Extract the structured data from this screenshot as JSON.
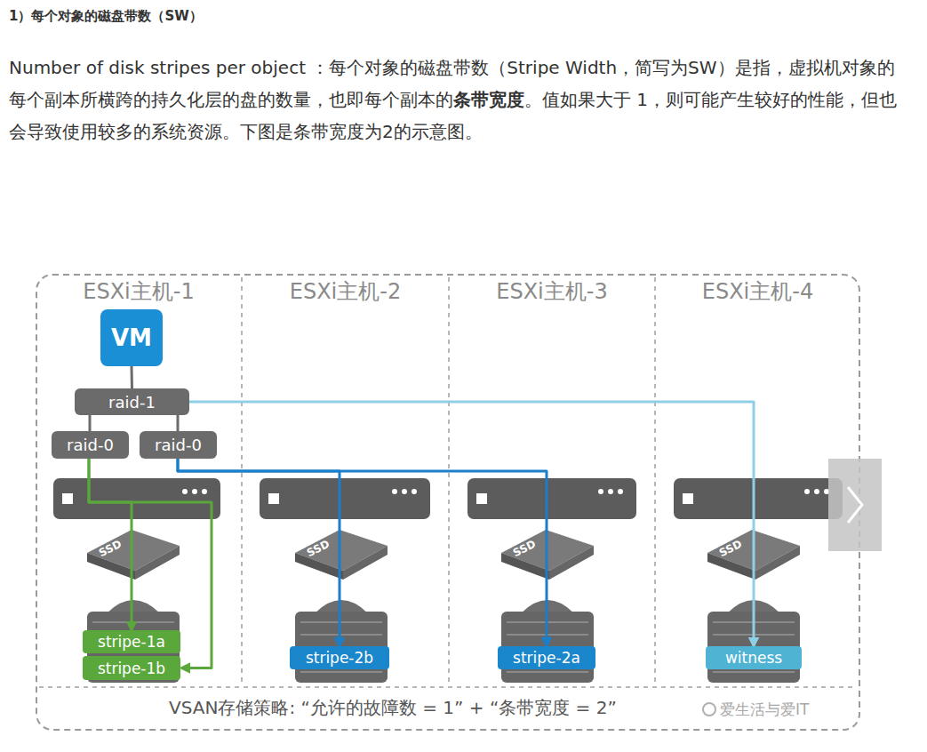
{
  "diagram": {
    "title": "1）每个对象的磁盘带数（SW）",
    "caption": "VSAN存储策略: “允许的故障数 = 1” + “条带宽度 = 2”",
    "nodes": [
      {
        "text": [
          "ESXi主机-1"
        ]
      },
      {
        "text": [
          "ESXi主机-2"
        ]
      },
      {
        "text": [
          "ESXi主机-3"
        ]
      },
      {
        "text": [
          "ESXi主机-4"
        ]
      },
      {
        "text": [
          "VM"
        ],
        "in": 0
      },
      {
        "text": [
          "raid-1"
        ],
        "in": 0
      },
      {
        "text": [
          "raid-0"
        ],
        "in": 0
      },
      {
        "text": [
          "raid-0"
        ],
        "in": 0
      },
      {
        "text": [
          "stripe-1a"
        ],
        "in": 0
      },
      {
        "text": [
          "stripe-1b"
        ],
        "in": 0
      },
      {
        "text": [
          "stripe-2b"
        ],
        "in": 1
      },
      {
        "text": [
          "stripe-2a"
        ],
        "in": 2
      },
      {
        "text": [
          "witness"
        ],
        "in": 3
      }
    ],
    "edges": [
      {
        "from": 4,
        "to": 5,
        "arrow": "none"
      },
      {
        "from": 5,
        "to": 6,
        "arrow": "none"
      },
      {
        "from": 5,
        "to": 7,
        "arrow": "none"
      },
      {
        "from": 5,
        "to": 12,
        "arrow": "to"
      },
      {
        "from": 6,
        "to": 8,
        "arrow": "to"
      },
      {
        "from": 6,
        "to": 9,
        "arrow": "to"
      },
      {
        "from": 7,
        "to": 10,
        "arrow": "to"
      },
      {
        "from": 7,
        "to": 11,
        "arrow": "to"
      }
    ],
    "labels": [
      "Number of disk stripes per object ：每个对象的磁盘带数（Stripe Width，简写为SW）是指，虚拟机对象的每个副本所横跨的持久化层的盘的数量，也即每个副本的",
      "条带宽度",
      "。值如果大于 1，则可能产生较好的性能，但也会导致使用较多的系统资源。下图是条带宽度为2的示意图。",
      "爱生活与爱IT",
      "SSD",
      "SSD",
      "SSD",
      "SSD"
    ]
  }
}
